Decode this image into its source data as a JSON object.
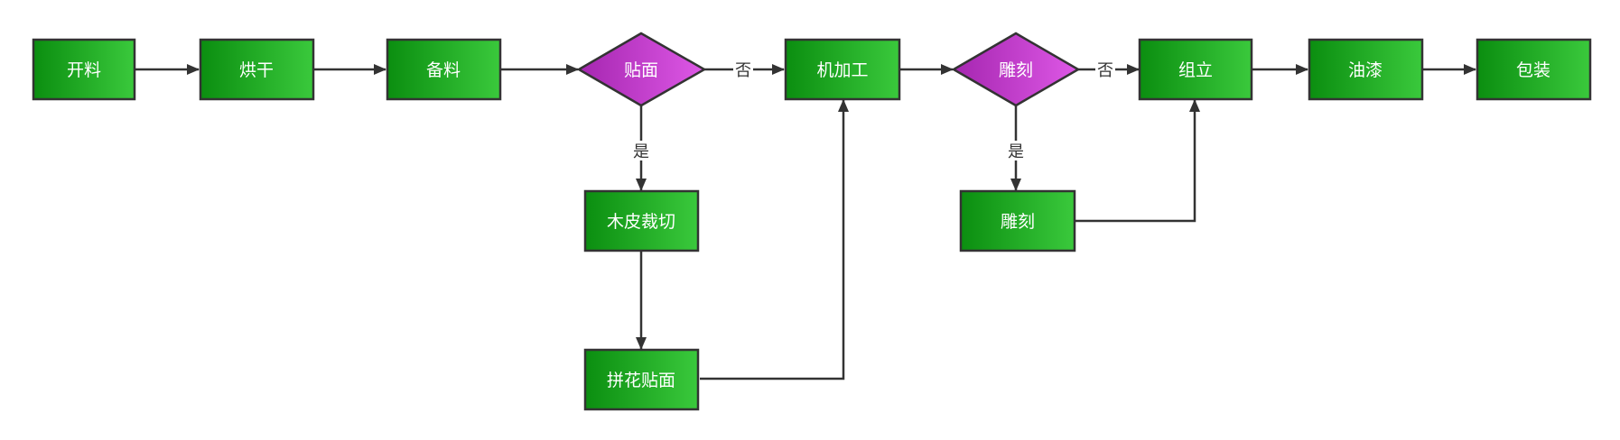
{
  "colors": {
    "process_fill_start": "#0b8e10",
    "process_fill_end": "#3ac93c",
    "decision_fill_start": "#a526b0",
    "decision_fill_end": "#de58e6",
    "stroke": "#333333",
    "label_text": "#333333",
    "node_text": "#ffffff"
  },
  "nodes": {
    "kailiao": "开料",
    "honggan": "烘干",
    "beiliao": "备料",
    "tiemian_decision": "贴面",
    "jijiagong": "机加工",
    "diaoke_decision": "雕刻",
    "zuli": "组立",
    "youqi": "油漆",
    "baozhuang": "包装",
    "mupi_caiqie": "木皮裁切",
    "pinhua_tiemian": "拼花贴面",
    "diaoke_process": "雕刻"
  },
  "edge_labels": {
    "tiemian_no": "否",
    "tiemian_yes": "是",
    "diaoke_no": "否",
    "diaoke_yes": "是"
  }
}
